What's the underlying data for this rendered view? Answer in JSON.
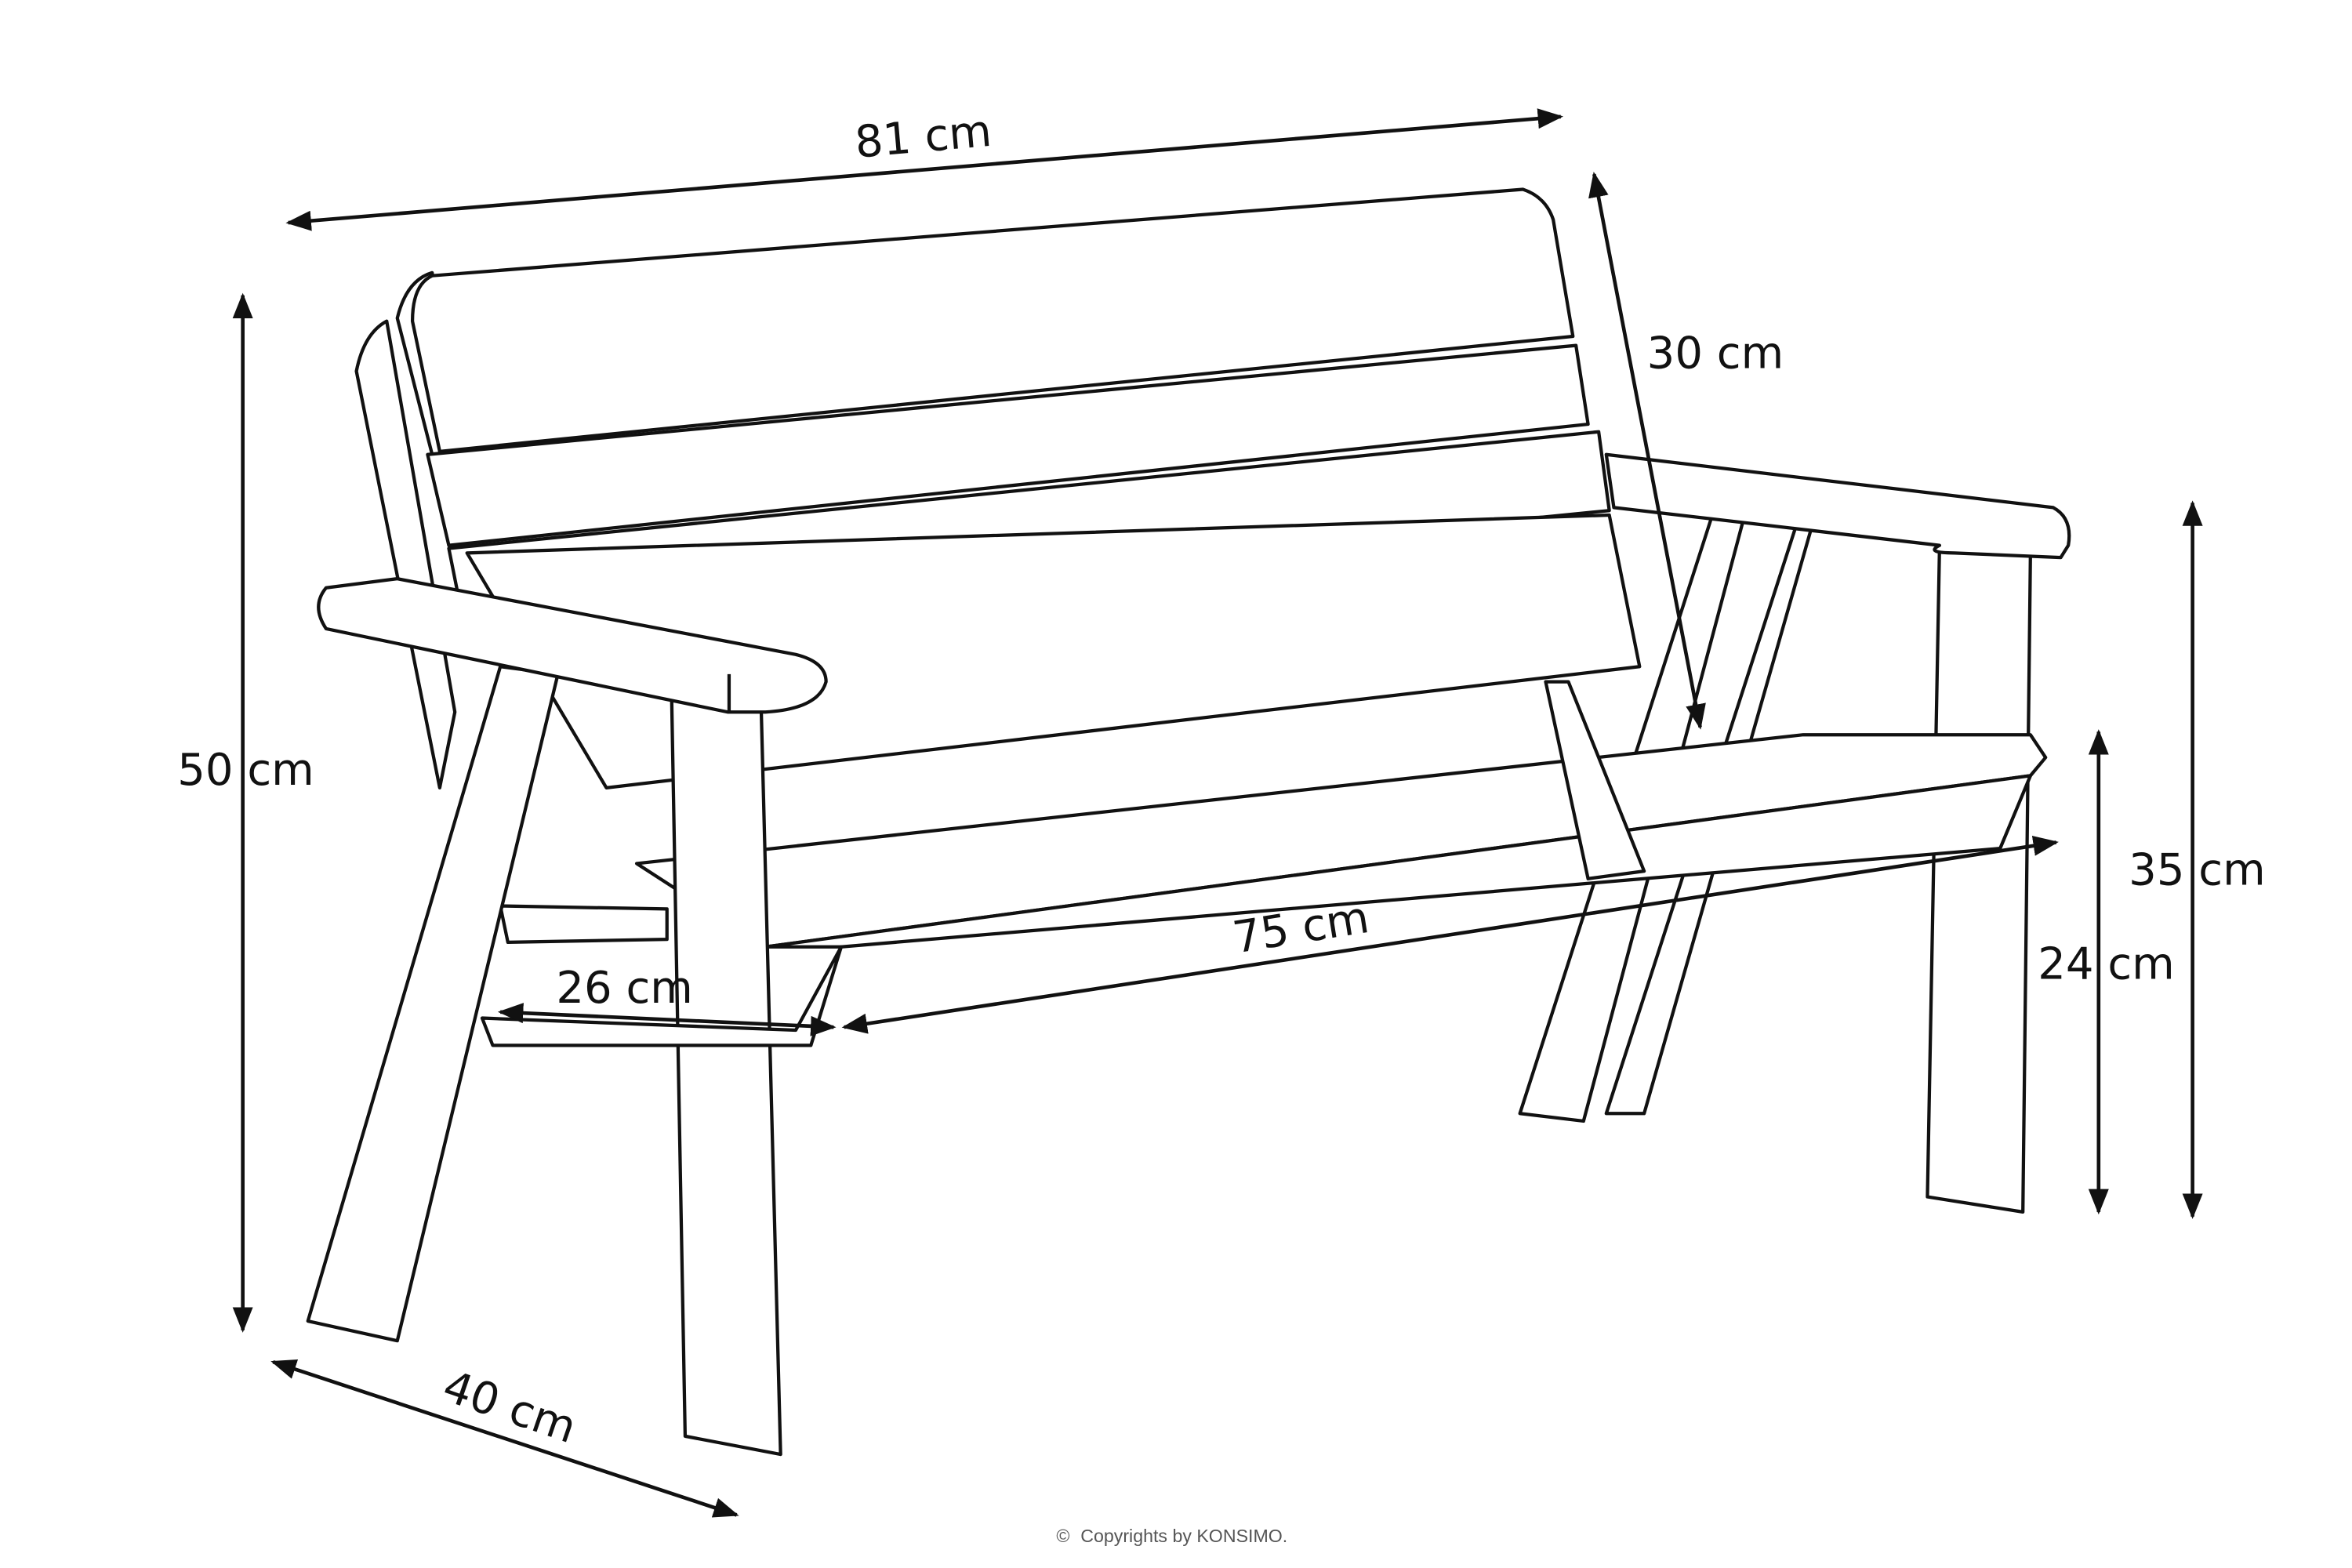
{
  "dimensions": {
    "total_width": "81 cm",
    "backrest_height": "30 cm",
    "total_height": "50 cm",
    "armrest_height": "35 cm",
    "seat_height": "24 cm",
    "seat_width": "75 cm",
    "seat_depth": "26 cm",
    "total_depth": "40 cm"
  },
  "copyright": "Copyrights by KONSIMO.",
  "copyright_symbol": "©"
}
